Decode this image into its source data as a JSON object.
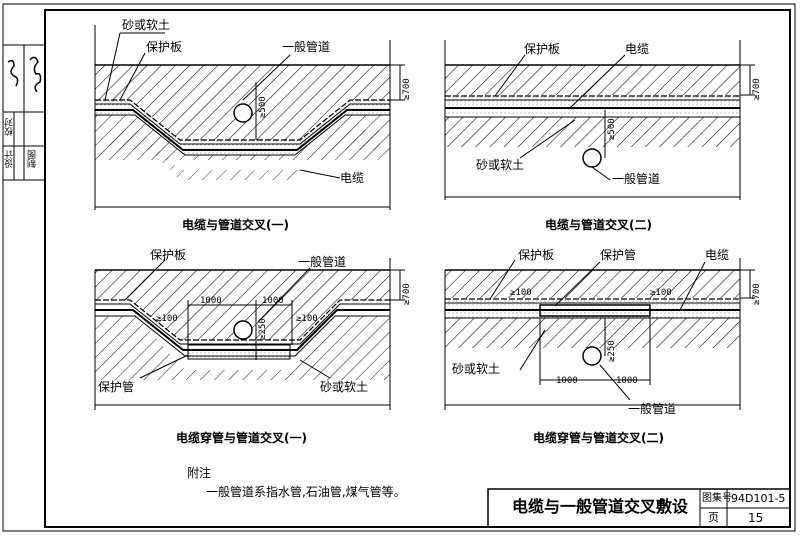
{
  "side_column": {
    "labels": [
      "校对",
      "设计",
      "制图"
    ]
  },
  "figures": {
    "fig1": {
      "caption": "电缆与管道交叉(一)",
      "labels": {
        "sand": "砂或软土",
        "plate": "保护板",
        "pipe": "一般管道",
        "cable": "电缆"
      },
      "dims": {
        "d500": "≥500",
        "d700": "≥700"
      }
    },
    "fig2": {
      "caption": "电缆与管道交叉(二)",
      "labels": {
        "plate": "保护板",
        "cable": "电缆",
        "sand": "砂或软土",
        "pipe": "一般管道"
      },
      "dims": {
        "d500": "≥500",
        "d700": "≥700"
      }
    },
    "fig3": {
      "caption": "电缆穿管与管道交叉(一)",
      "labels": {
        "plate": "保护板",
        "pipe": "一般管道",
        "tube": "保护管",
        "sand": "砂或软土"
      },
      "dims": {
        "l1": "1000",
        "l2": "1000",
        "g1": "≥100",
        "g2": "≥100",
        "d250": "≥250",
        "d700": "≥700"
      }
    },
    "fig4": {
      "caption": "电缆穿管与管道交叉(二)",
      "labels": {
        "plate": "保护板",
        "tube": "保护管",
        "cable": "电缆",
        "sand": "砂或软土",
        "pipe": "一般管道"
      },
      "dims": {
        "l1": "1000",
        "l2": "1000",
        "g1": "≥100",
        "g2": "≥100",
        "d250": "≥250",
        "d700": "≥700"
      }
    }
  },
  "notes": {
    "heading": "附注",
    "text": "一般管道系指水管,石油管,煤气管等。"
  },
  "title_block": {
    "title": "电缆与一般管道交叉敷设",
    "atlas_label": "图集号",
    "atlas_no": "94D101-5",
    "page_label": "页",
    "page_no": "15"
  }
}
